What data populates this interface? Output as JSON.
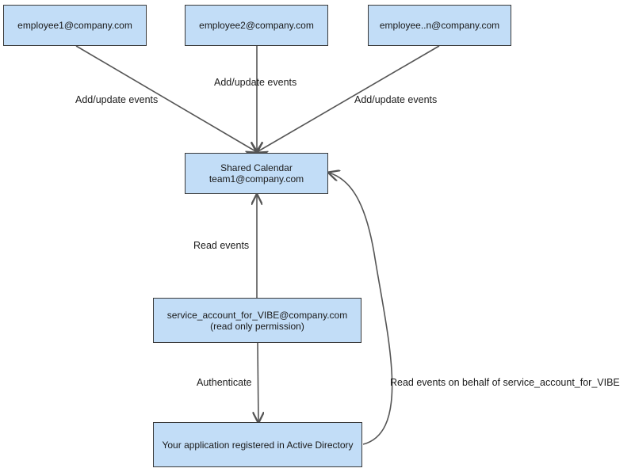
{
  "nodes": {
    "employee1": {
      "line1": "employee1@company.com"
    },
    "employee2": {
      "line1": "employee2@company.com"
    },
    "employeeN": {
      "line1": "employee..n@company.com"
    },
    "shared_calendar": {
      "line1": "Shared Calendar",
      "line2": "team1@company.com"
    },
    "service_account": {
      "line1": "service_account_for_VIBE@company.com",
      "line2": "(read only permission)"
    },
    "application": {
      "line1": "Your application registered in Active Directory"
    }
  },
  "edges": {
    "employee1_to_calendar": {
      "label": "Add/update events"
    },
    "employee2_to_calendar": {
      "label": "Add/update events"
    },
    "employeeN_to_calendar": {
      "label": "Add/update events"
    },
    "service_to_calendar": {
      "label": "Read events"
    },
    "service_to_application": {
      "label": "Authenticate"
    },
    "application_to_calendar": {
      "label": "Read events on behalf of service_account_for_VIBE"
    }
  },
  "colors": {
    "node_fill": "#c2ddf7",
    "node_border": "#3a3a3a",
    "edge": "#555555"
  }
}
